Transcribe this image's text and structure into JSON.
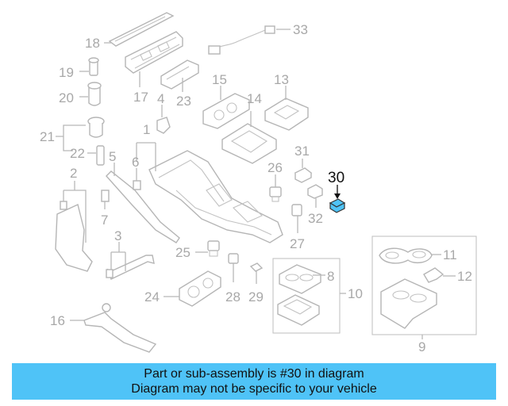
{
  "diagram": {
    "callouts": [
      "1",
      "2",
      "3",
      "4",
      "5",
      "6",
      "7",
      "8",
      "9",
      "10",
      "11",
      "12",
      "13",
      "14",
      "15",
      "16",
      "17",
      "18",
      "19",
      "20",
      "21",
      "22",
      "23",
      "24",
      "25",
      "26",
      "27",
      "28",
      "29",
      "30",
      "31",
      "32",
      "33"
    ],
    "highlighted_part": "30",
    "highlight_color": "#4fc3f7",
    "line_color": "#b8b8b8"
  },
  "caption": {
    "line1": "Part or sub-assembly is #30 in diagram",
    "line2": "Diagram may not be specific to your vehicle",
    "background": "#4fc3f7"
  }
}
